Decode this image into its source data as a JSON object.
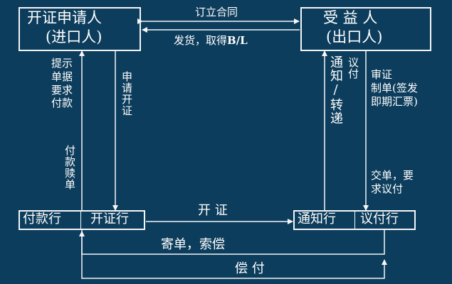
{
  "parties": {
    "applicant": {
      "line1": "开证申请人",
      "line2": "(进口人)"
    },
    "beneficiary": {
      "line1": "受 益 人",
      "line2": "(出口人)"
    }
  },
  "banks": {
    "paying_bank": "付款行",
    "issuing_bank": "开证行",
    "advising_bank": "通知行",
    "negotiating_bank": "议付行"
  },
  "flows": {
    "contract": "订立合同",
    "ship_goods": "发货，取得",
    "bl": "B/L",
    "present_for_payment": "提示\n单据\n要求\n付款",
    "pay_redeem": "付款赎单",
    "apply_issue": "申请开证",
    "notify_forward": "通知/转递",
    "negotiate": "议付",
    "review_docs": "审证\n制单(签发\n即期汇票)",
    "deliver_docs": "交单，要\n求议付",
    "issue": "开 证",
    "send_docs_claim": "寄单，索偿",
    "reimburse": "偿 付"
  },
  "colors": {
    "background": "#0d3d5c",
    "line": "#f4f6f8",
    "text": "#ffffff"
  }
}
